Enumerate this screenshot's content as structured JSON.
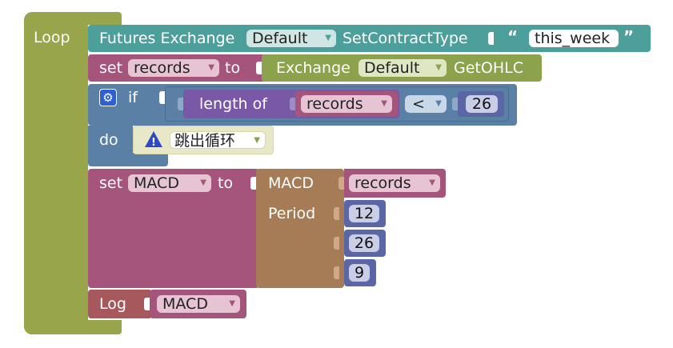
{
  "loop": {
    "label": "Loop"
  },
  "set_contract": {
    "object_label": "Futures Exchange",
    "exchange_value": "Default",
    "method_label": "SetContractType",
    "contract_value": "this_week"
  },
  "set_records": {
    "set_label": "set",
    "variable": "records",
    "to_label": "to",
    "exchange_label": "Exchange",
    "exchange_value": "Default",
    "method_label": "GetOHLC"
  },
  "if_block": {
    "if_label": "if",
    "do_label": "do",
    "length_label": "length of",
    "length_variable": "records",
    "operator": "<",
    "compare_value": "26",
    "warning_glyph": "!",
    "break_label": "跳出循环"
  },
  "set_macd": {
    "set_label": "set",
    "variable": "MACD",
    "to_label": "to",
    "macd_label": "MACD",
    "records_variable": "records",
    "period_label": "Period",
    "periods": [
      "12",
      "26",
      "9"
    ]
  },
  "log_block": {
    "label": "Log",
    "variable": "MACD"
  },
  "colors": {
    "loop": "#99a54a",
    "exchange": "#4c9f9a",
    "variable": "#a5557b",
    "exchange_green": "#8da24c",
    "logic": "#5b80a5",
    "math": "#5b67a5",
    "list": "#7a58a8",
    "macd": "#a67c57",
    "log": "#a6585c",
    "break": "#e8e8c8"
  }
}
